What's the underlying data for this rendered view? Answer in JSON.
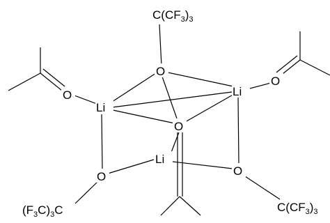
{
  "molecule": {
    "atoms": {
      "li_left": "Li",
      "li_right": "Li",
      "li_bottom": "Li",
      "o_top": "O",
      "o_center": "O",
      "o_bottom_left": "O",
      "o_bottom_right": "O",
      "o_ketone_left": "O",
      "o_ketone_right": "O"
    },
    "groups": {
      "top": {
        "pre": "C(CF",
        "sub": "3",
        "post": ")",
        "post_sub": "3"
      },
      "bottom_left": {
        "pre": "(F",
        "sub": "3",
        "mid": "C)",
        "mid_sub": "3",
        "post": "C"
      },
      "bottom_right": {
        "pre": "C(CF",
        "sub": "3",
        "post": ")",
        "post_sub": "3"
      }
    }
  }
}
